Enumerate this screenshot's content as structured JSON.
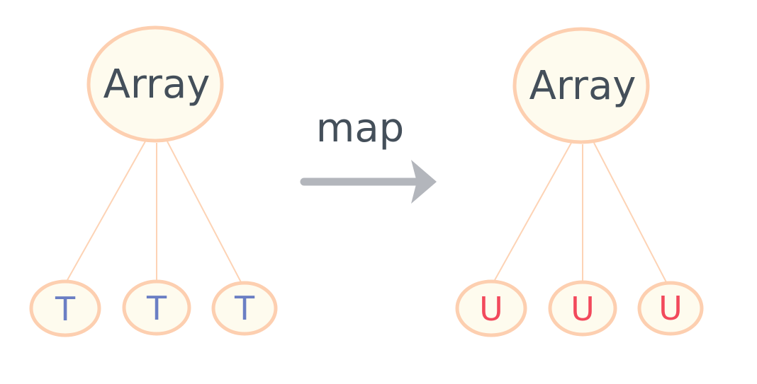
{
  "left_tree": {
    "root": "Array",
    "children": [
      "T",
      "T",
      "T"
    ]
  },
  "right_tree": {
    "root": "Array",
    "children": [
      "U",
      "U",
      "U"
    ]
  },
  "arrow_label": "map",
  "colors": {
    "node_stroke": "#fdcfb0",
    "node_fill": "#fefbee",
    "text": "#444f5a",
    "t_color": "#6b7fc4",
    "u_color": "#f2495c",
    "arrow": "#b3b6bc"
  }
}
